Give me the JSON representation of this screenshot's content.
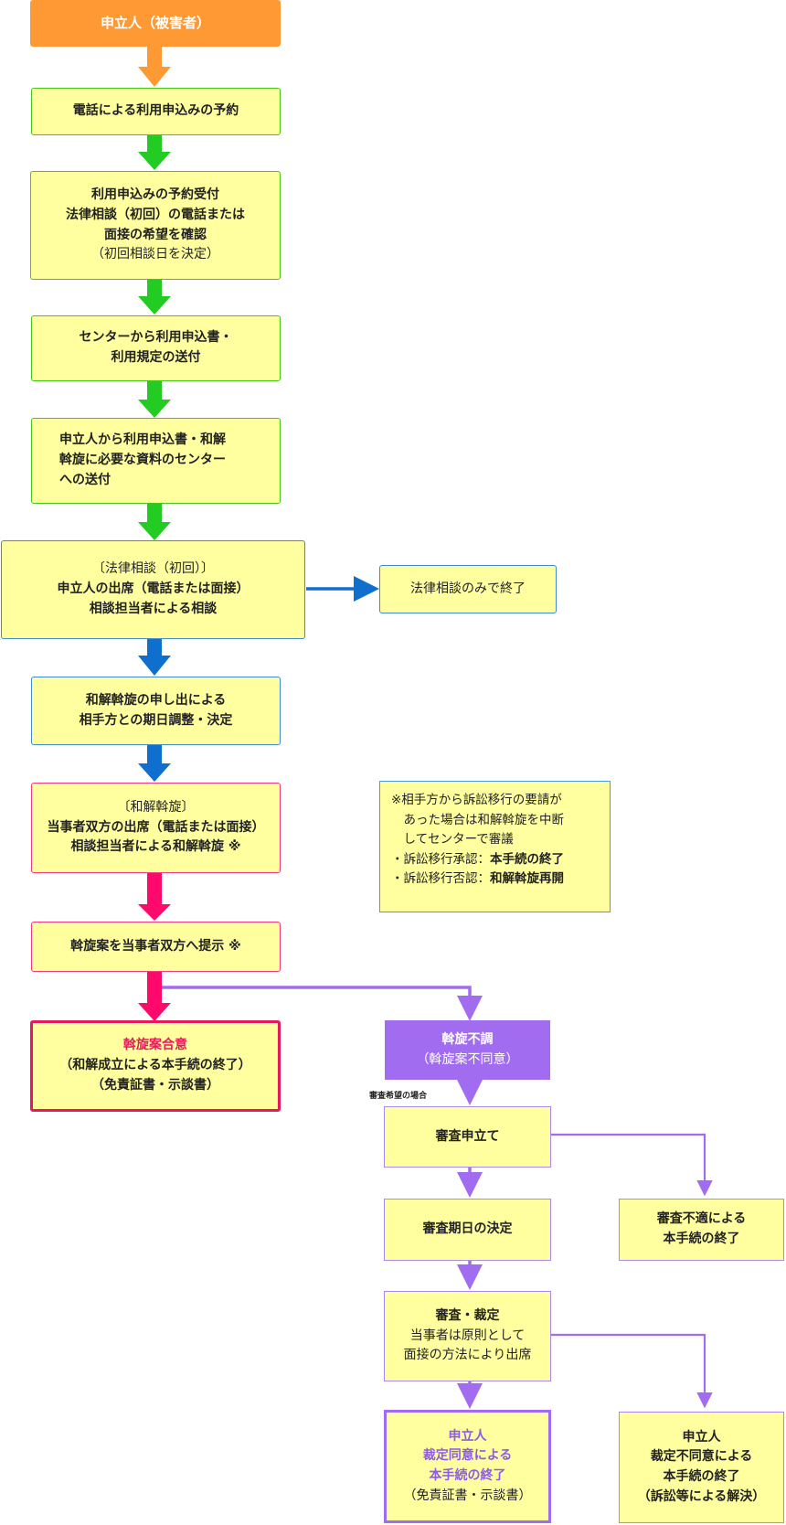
{
  "nodes": {
    "start": {
      "lines": [
        "申立人（被害者）"
      ]
    },
    "reserve": {
      "lines": [
        "電話による利用申込みの予約"
      ]
    },
    "accept": {
      "lines": [
        "利用申込みの予約受付",
        "法律相談（初回）の電話または",
        "面接の希望を確認",
        "（初回相談日を決定）"
      ]
    },
    "send_forms": {
      "lines": [
        "センターから利用申込書・",
        "利用規定の送付"
      ]
    },
    "submit": {
      "lines": [
        "申立人から利用申込書・和解",
        "斡旋に必要な資料のセンター",
        "への送付"
      ]
    },
    "consult": {
      "lines": [
        "〔法律相談（初回）〕",
        "申立人の出席（電話または面接）",
        "相談担当者による相談"
      ]
    },
    "consult_only": {
      "lines": [
        "法律相談のみで終了"
      ]
    },
    "schedule": {
      "lines": [
        "和解斡旋の申し出による",
        "相手方との期日調整・決定"
      ]
    },
    "mediation": {
      "lines": [
        "〔和解斡旋〕",
        "当事者双方の出席（電話または面接）",
        "相談担当者による和解斡旋 ※"
      ]
    },
    "proposal": {
      "lines": [
        "斡旋案を当事者双方へ提示 ※"
      ]
    },
    "agree": {
      "lines": [
        "斡旋案合意",
        "（和解成立による本手続の終了）",
        "（免責証書・示談書）"
      ]
    },
    "fail": {
      "lines": [
        "斡旋不調",
        "（斡旋案不同意）"
      ]
    },
    "review_apply": {
      "lines": [
        "審査申立て"
      ]
    },
    "review_date": {
      "lines": [
        "審査期日の決定"
      ]
    },
    "review_unfit": {
      "lines": [
        "審査不適による",
        "本手続の終了"
      ]
    },
    "review": {
      "lines": [
        "審査・裁定",
        "当事者は原則として",
        "面接の方法により出席"
      ]
    },
    "final_agree": {
      "lines": [
        "申立人",
        "裁定同意による",
        "本手続の終了",
        "（免責証書・示談書）"
      ]
    },
    "final_disagree": {
      "lines": [
        "申立人",
        "裁定不同意による",
        "本手続の終了",
        "（訴訟等による解決）"
      ]
    }
  },
  "note": {
    "lines": [
      "※相手方から訴訟移行の要請が",
      "　あった場合は和解斡旋を中断",
      "　してセンターで審議",
      "・訴訟移行承認：",
      "・訴訟移行否認："
    ],
    "emph": [
      "本手続の終了",
      "和解斡旋再開"
    ]
  },
  "labels": {
    "review_hope": "審査希望の場合"
  },
  "colors": {
    "orange": "#ff9933",
    "green": "#22cc22",
    "blue": "#0f6fcf",
    "pink": "#ff0a6c",
    "purple": "#a26cf0",
    "node_fill": "#ffffa0"
  }
}
